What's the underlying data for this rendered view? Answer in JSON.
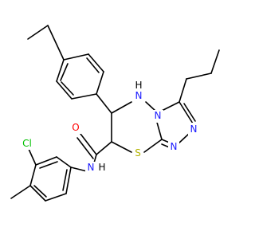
{
  "molecule": {
    "atoms": {
      "nh_amide": "N",
      "h_amide": "H",
      "o_carbonyl": "O",
      "cl": "Cl",
      "s_ring": "S",
      "nh_ring": "N",
      "h_ring": "H",
      "n_bridge": "N",
      "n_triazole_1": "N",
      "n_triazole_2": "N"
    },
    "colors": {
      "carbon_bonds": "#000000",
      "nitrogen": "#1a1aff",
      "oxygen": "#ff0000",
      "sulfur": "#b2b200",
      "chlorine": "#00c000",
      "hydrogen": "#000000"
    }
  }
}
